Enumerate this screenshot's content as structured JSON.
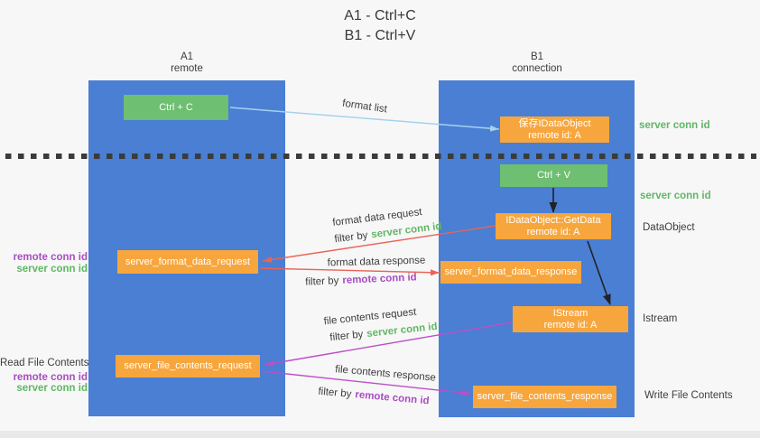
{
  "title": {
    "line1": "A1 - Ctrl+C",
    "line2": "B1 - Ctrl+V"
  },
  "columns": {
    "left": {
      "name": "A1",
      "role": "remote"
    },
    "right": {
      "name": "B1",
      "role": "connection"
    }
  },
  "nodes": {
    "ctrl_c": {
      "label": "Ctrl + C"
    },
    "ctrl_v": {
      "label": "Ctrl + V"
    },
    "save_dataobject": {
      "line1": "保存IDataObject",
      "line2": "remote id: A"
    },
    "getdata": {
      "line1": "IDataObject::GetData",
      "line2": "remote id: A"
    },
    "istream": {
      "line1": "IStream",
      "line2": "remote id: A"
    },
    "format_request": {
      "label": "server_format_data_request"
    },
    "format_response": {
      "label": "server_format_data_response"
    },
    "file_request": {
      "label": "server_file_contents_request"
    },
    "file_response": {
      "label": "server_file_contents_response"
    }
  },
  "flows": {
    "format_list": {
      "label": "format list"
    },
    "format_request": {
      "label": "format data request",
      "filter_prefix": "filter by",
      "filter_key": "server conn id"
    },
    "format_response": {
      "label": "format data response",
      "filter_prefix": "filter by",
      "filter_key": "remote conn id"
    },
    "file_request": {
      "label": "file contents request",
      "filter_prefix": "filter by",
      "filter_key": "server conn id"
    },
    "file_response": {
      "label": "file contents response",
      "filter_prefix": "filter by",
      "filter_key": "remote conn id"
    }
  },
  "annotations": {
    "server_conn_id_top": "server conn id",
    "server_conn_id_mid": "server conn id",
    "dataobject": "DataObject",
    "istream": "Istream",
    "write_file_contents": "Write File Contents",
    "remote_conn_id_left1": "remote conn id",
    "server_conn_id_left1": "server conn id",
    "read_file_contents": "Read File Contents",
    "remote_conn_id_left2": "remote conn id",
    "server_conn_id_left2": "server conn id"
  },
  "colors": {
    "background": "#f7f7f8",
    "column_blue": "#4a7fd3",
    "node_green": "#6ebf71",
    "node_orange": "#f7a63d",
    "arrow_red": "#e96456",
    "arrow_magenta": "#bb4fc6",
    "arrow_light_blue": "#a5d2ee",
    "arrow_black": "#222222",
    "text_green": "#5fb762",
    "text_purple": "#a94dc0",
    "dotted_line": "#3b3b3b"
  }
}
